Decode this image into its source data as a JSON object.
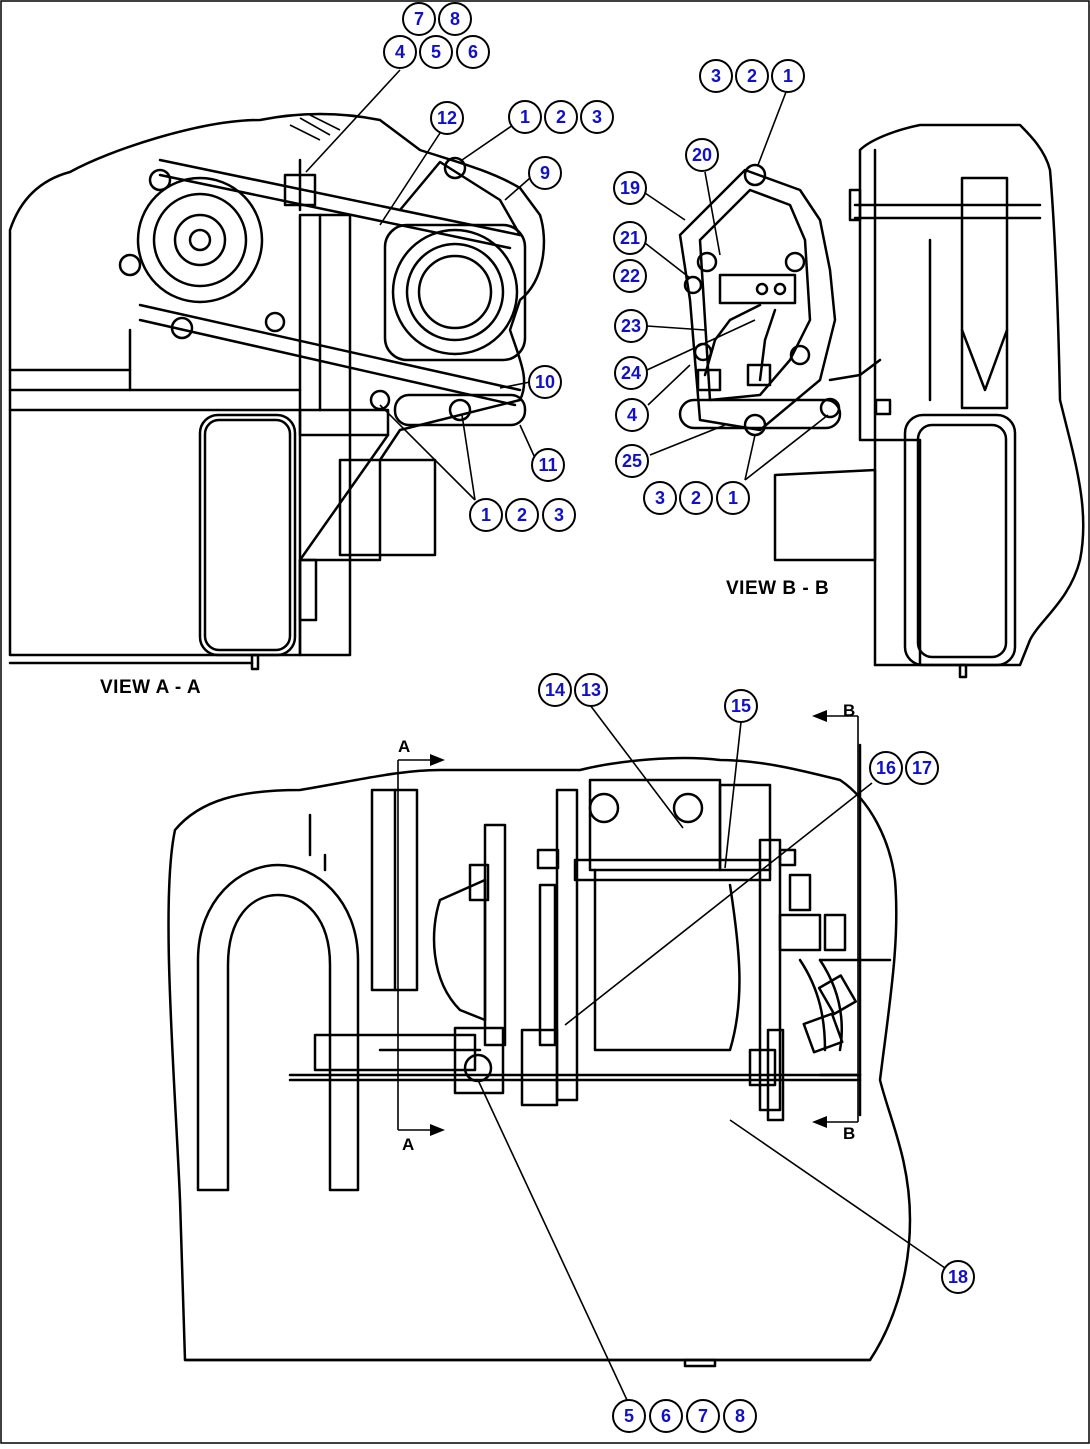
{
  "views": {
    "view_a_caption": "VIEW A - A",
    "view_b_caption": "VIEW B - B"
  },
  "section_marks": {
    "a_top": "A",
    "a_bottom": "A",
    "b_top": "B",
    "b_bottom": "B"
  },
  "callouts": {
    "a_7": "7",
    "a_8": "8",
    "a_4": "4",
    "a_5": "5",
    "a_6": "6",
    "a_12": "12",
    "a_1": "1",
    "a_2": "2",
    "a_3": "3",
    "a_9": "9",
    "a_10": "10",
    "a_11": "11",
    "a_1b": "1",
    "a_2b": "2",
    "a_3b": "3",
    "b_3": "3",
    "b_2": "2",
    "b_1": "1",
    "b_20": "20",
    "b_19": "19",
    "b_21": "21",
    "b_22": "22",
    "b_23": "23",
    "b_24": "24",
    "b_4": "4",
    "b_25": "25",
    "b_3b": "3",
    "b_2b": "2",
    "b_1b": "1",
    "m_14": "14",
    "m_13": "13",
    "m_15": "15",
    "m_16": "16",
    "m_17": "17",
    "m_18": "18",
    "m_5": "5",
    "m_6": "6",
    "m_7": "7",
    "m_8": "8"
  }
}
